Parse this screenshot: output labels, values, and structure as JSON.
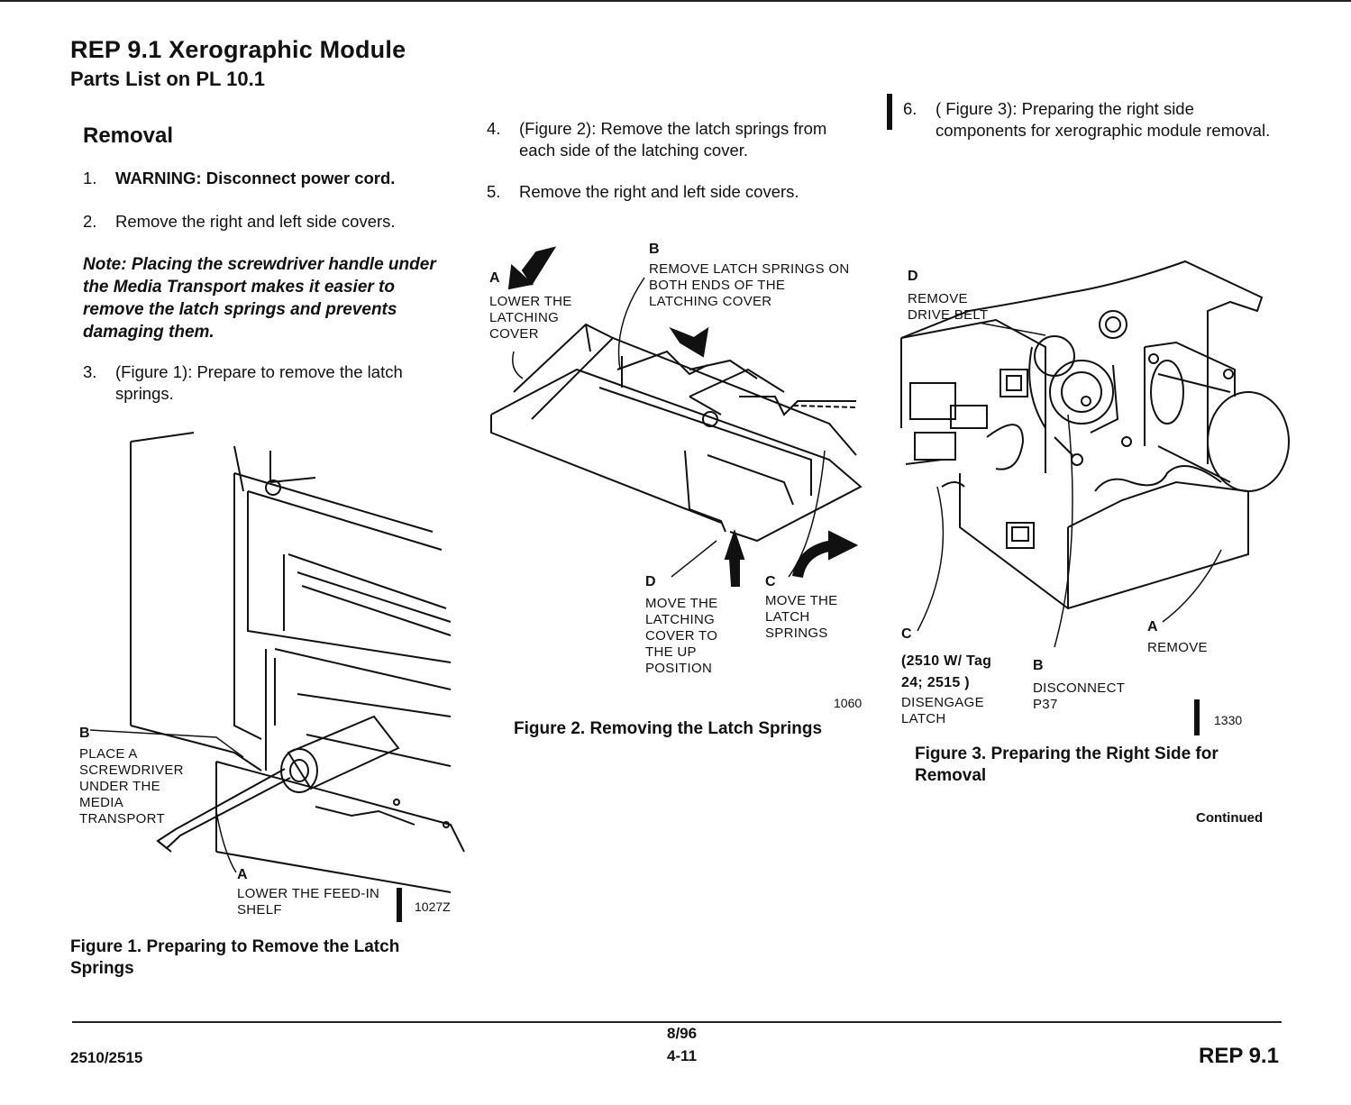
{
  "header": {
    "title": "REP 9.1 Xerographic Module",
    "subtitle": "Parts List on PL 10.1"
  },
  "removal": {
    "heading": "Removal",
    "steps": [
      {
        "num": "1.",
        "text": "WARNING:  Disconnect power cord."
      },
      {
        "num": "2.",
        "text": "Remove the right and left side covers."
      }
    ],
    "note": "Note:  Placing the screwdriver handle under the Media Transport makes it easier to remove the latch springs and prevents damaging them.",
    "step3": {
      "num": "3.",
      "text": "(Figure 1):  Prepare to remove the latch springs."
    }
  },
  "column2": {
    "step4": {
      "num": "4.",
      "text": "(Figure 2):  Remove the latch springs from each side of the latching cover."
    },
    "step5": {
      "num": "5.",
      "text": "Remove the right and left side covers."
    }
  },
  "column3": {
    "step6": {
      "num": "6.",
      "text": "( Figure 3):  Preparing the right side components for xerographic module removal."
    }
  },
  "figure1": {
    "caption": "Figure 1.  Preparing to Remove the Latch Springs",
    "number": "1027Z",
    "labels": {
      "b_letter": "B",
      "b_text": "PLACE A SCREWDRIVER UNDER THE MEDIA TRANSPORT",
      "a_letter": "A",
      "a_text": "LOWER THE FEED-IN SHELF"
    }
  },
  "figure2": {
    "caption": "Figure 2.  Removing the Latch Springs",
    "number": "1060",
    "labels": {
      "a_letter": "A",
      "a_text": "LOWER THE LATCHING COVER",
      "b_letter": "B",
      "b_text": "REMOVE LATCH  SPRINGS ON BOTH ENDS OF THE LATCHING COVER",
      "c_letter": "C",
      "c_text": "MOVE THE LATCH SPRINGS",
      "d_letter": "D",
      "d_text": "MOVE THE LATCHING COVER TO THE UP POSITION"
    }
  },
  "figure3": {
    "caption": "Figure 3.  Preparing the Right Side for Removal",
    "number": "1330",
    "labels": {
      "d_letter": "D",
      "d_text": "REMOVE DRIVE BELT",
      "c_letter": "C",
      "c_model": "(2510 W/ Tag 24; 2515 )",
      "c_text": "DISENGAGE LATCH",
      "b_letter": "B",
      "b_text": "DISCONNECT P37",
      "a_letter": "A",
      "a_text": "REMOVE"
    }
  },
  "continued": "Continued",
  "footer": {
    "left": "2510/2515",
    "date": "8/96",
    "page": "4-11",
    "right": "REP 9.1"
  }
}
